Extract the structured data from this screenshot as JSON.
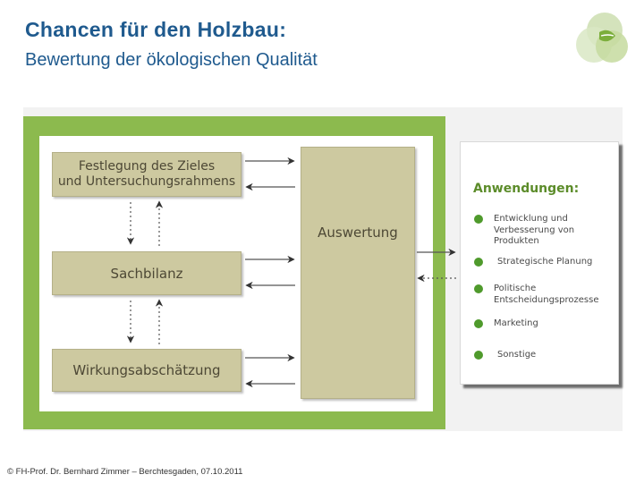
{
  "slide": {
    "title": "Chancen für den Holzbau:",
    "subtitle": "Bewertung der ökologischen Qualität"
  },
  "diagram": {
    "box_goal": "Festlegung des Zieles\nund Untersuchungsrahmens",
    "box_inventory": "Sachbilanz",
    "box_impact": "Wirkungsabschätzung",
    "box_evaluation": "Auswertung"
  },
  "applications": {
    "title": "Anwendungen:",
    "items": [
      "Entwicklung und Verbesserung von Produkten",
      "Strategische Planung",
      "Politische Entscheidungsprozesse",
      "Marketing",
      "Sonstige"
    ]
  },
  "colors": {
    "frame_green": "#8cba4e",
    "box_fill": "#cdc9a0",
    "heading_blue": "#1f5a8e",
    "bullet_green": "#4f9a2c"
  },
  "footer": {
    "text": "© FH-Prof. Dr. Bernhard Zimmer – Berchtesgaden, 07.10.2011"
  }
}
